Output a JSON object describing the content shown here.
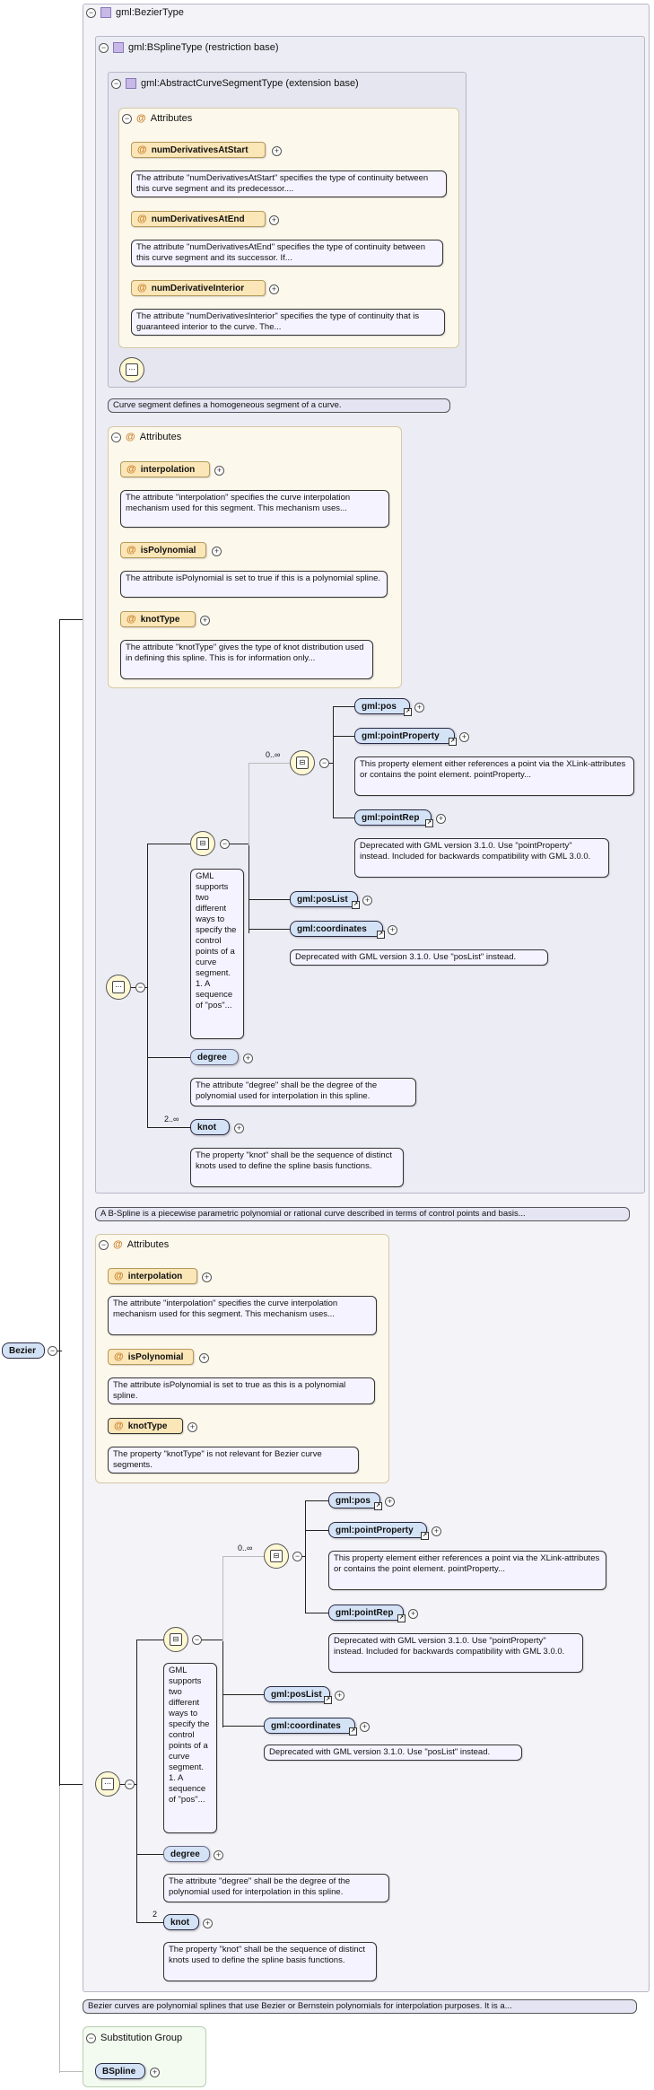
{
  "root": {
    "label": "Bezier"
  },
  "type_title": "gml:BezierType",
  "bspline": {
    "title": "gml:BSplineType (restriction base)",
    "abstract_title": "gml:AbstractCurveSegmentType (extension base)",
    "abstract_attributes_title": "Attributes",
    "abstract_attrs": [
      {
        "name": "numDerivativesAtStart",
        "doc": "The attribute \"numDerivativesAtStart\" specifies the type of continuity between this curve segment and its predecessor...."
      },
      {
        "name": "numDerivativesAtEnd",
        "doc": "The attribute \"numDerivativesAtEnd\" specifies the type of continuity between this curve segment and its successor. If..."
      },
      {
        "name": "numDerivativeInterior",
        "doc": "The attribute \"numDerivativesInterior\" specifies the type of continuity that is guaranteed interior to the curve. The..."
      }
    ],
    "abstract_doc": "Curve segment defines a homogeneous segment of a curve.",
    "attributes_title": "Attributes",
    "attrs": [
      {
        "name": "interpolation",
        "doc": "The attribute \"interpolation\" specifies the curve interpolation mechanism used for this segment. This mechanism uses..."
      },
      {
        "name": "isPolynomial",
        "doc": "The attribute isPolynomial is set to true if this is a polynomial spline."
      },
      {
        "name": "knotType",
        "doc": "The attribute \"knotType\" gives the type of knot distribution used in defining this spline. This is for information only..."
      }
    ],
    "choice_card": "0..∞",
    "pos": "gml:pos",
    "pointProperty": "gml:pointProperty",
    "pointProperty_doc": "This property element either references a point via the XLink-attributes or contains the point element. pointProperty...",
    "pointRep": "gml:pointRep",
    "pointRep_doc": "Deprecated with GML version 3.1.0. Use \"pointProperty\" instead. Included for backwards compatibility with GML 3.0.0.",
    "choice_doc": "GML supports two different ways to specify the control points of a curve segment. 1. A sequence of \"pos\"...",
    "posList": "gml:posList",
    "coordinates": "gml:coordinates",
    "coordinates_doc": "Deprecated with GML version 3.1.0. Use \"posList\" instead.",
    "degree": "degree",
    "degree_doc": "The attribute \"degree\" shall be the degree of the polynomial used for interpolation in this spline.",
    "knot_card": "2..∞",
    "knot": "knot",
    "knot_doc": "The property \"knot\" shall be the sequence of distinct knots used to define the spline basis functions.",
    "doc": "A B-Spline is a piecewise parametric polynomial or rational curve described in terms of control points and basis..."
  },
  "bezier": {
    "attributes_title": "Attributes",
    "attrs": [
      {
        "name": "interpolation",
        "doc": "The attribute \"interpolation\" specifies the curve interpolation mechanism used for this segment. This mechanism uses..."
      },
      {
        "name": "isPolynomial",
        "doc": "The attribute isPolynomial is set to true as this is a polynomial spline."
      },
      {
        "name": "knotType",
        "doc": "The property \"knotType\" is not relevant for Bezier curve segments."
      }
    ],
    "choice_card": "0..∞",
    "pos": "gml:pos",
    "pointProperty": "gml:pointProperty",
    "pointProperty_doc": "This property element either references a point via the XLink-attributes or contains the point element. pointProperty...",
    "pointRep": "gml:pointRep",
    "pointRep_doc": "Deprecated with GML version 3.1.0. Use \"pointProperty\" instead. Included for backwards compatibility with GML 3.0.0.",
    "choice_doc": "GML supports two different ways to specify the control points of a curve segment. 1. A sequence of \"pos\"...",
    "posList": "gml:posList",
    "coordinates": "gml:coordinates",
    "coordinates_doc": "Deprecated with GML version 3.1.0. Use \"posList\" instead.",
    "degree": "degree",
    "degree_doc": "The attribute \"degree\" shall be the degree of the polynomial used for interpolation in this spline.",
    "knot_card": "2",
    "knot": "knot",
    "knot_doc": "The property \"knot\" shall be the sequence of distinct knots used to define the spline basis functions."
  },
  "type_doc": "Bezier curves are polynomial splines that use Bezier or Bernstein polynomials for interpolation purposes. It is a...",
  "substitution": {
    "title": "Substitution Group",
    "item": "BSpline"
  }
}
